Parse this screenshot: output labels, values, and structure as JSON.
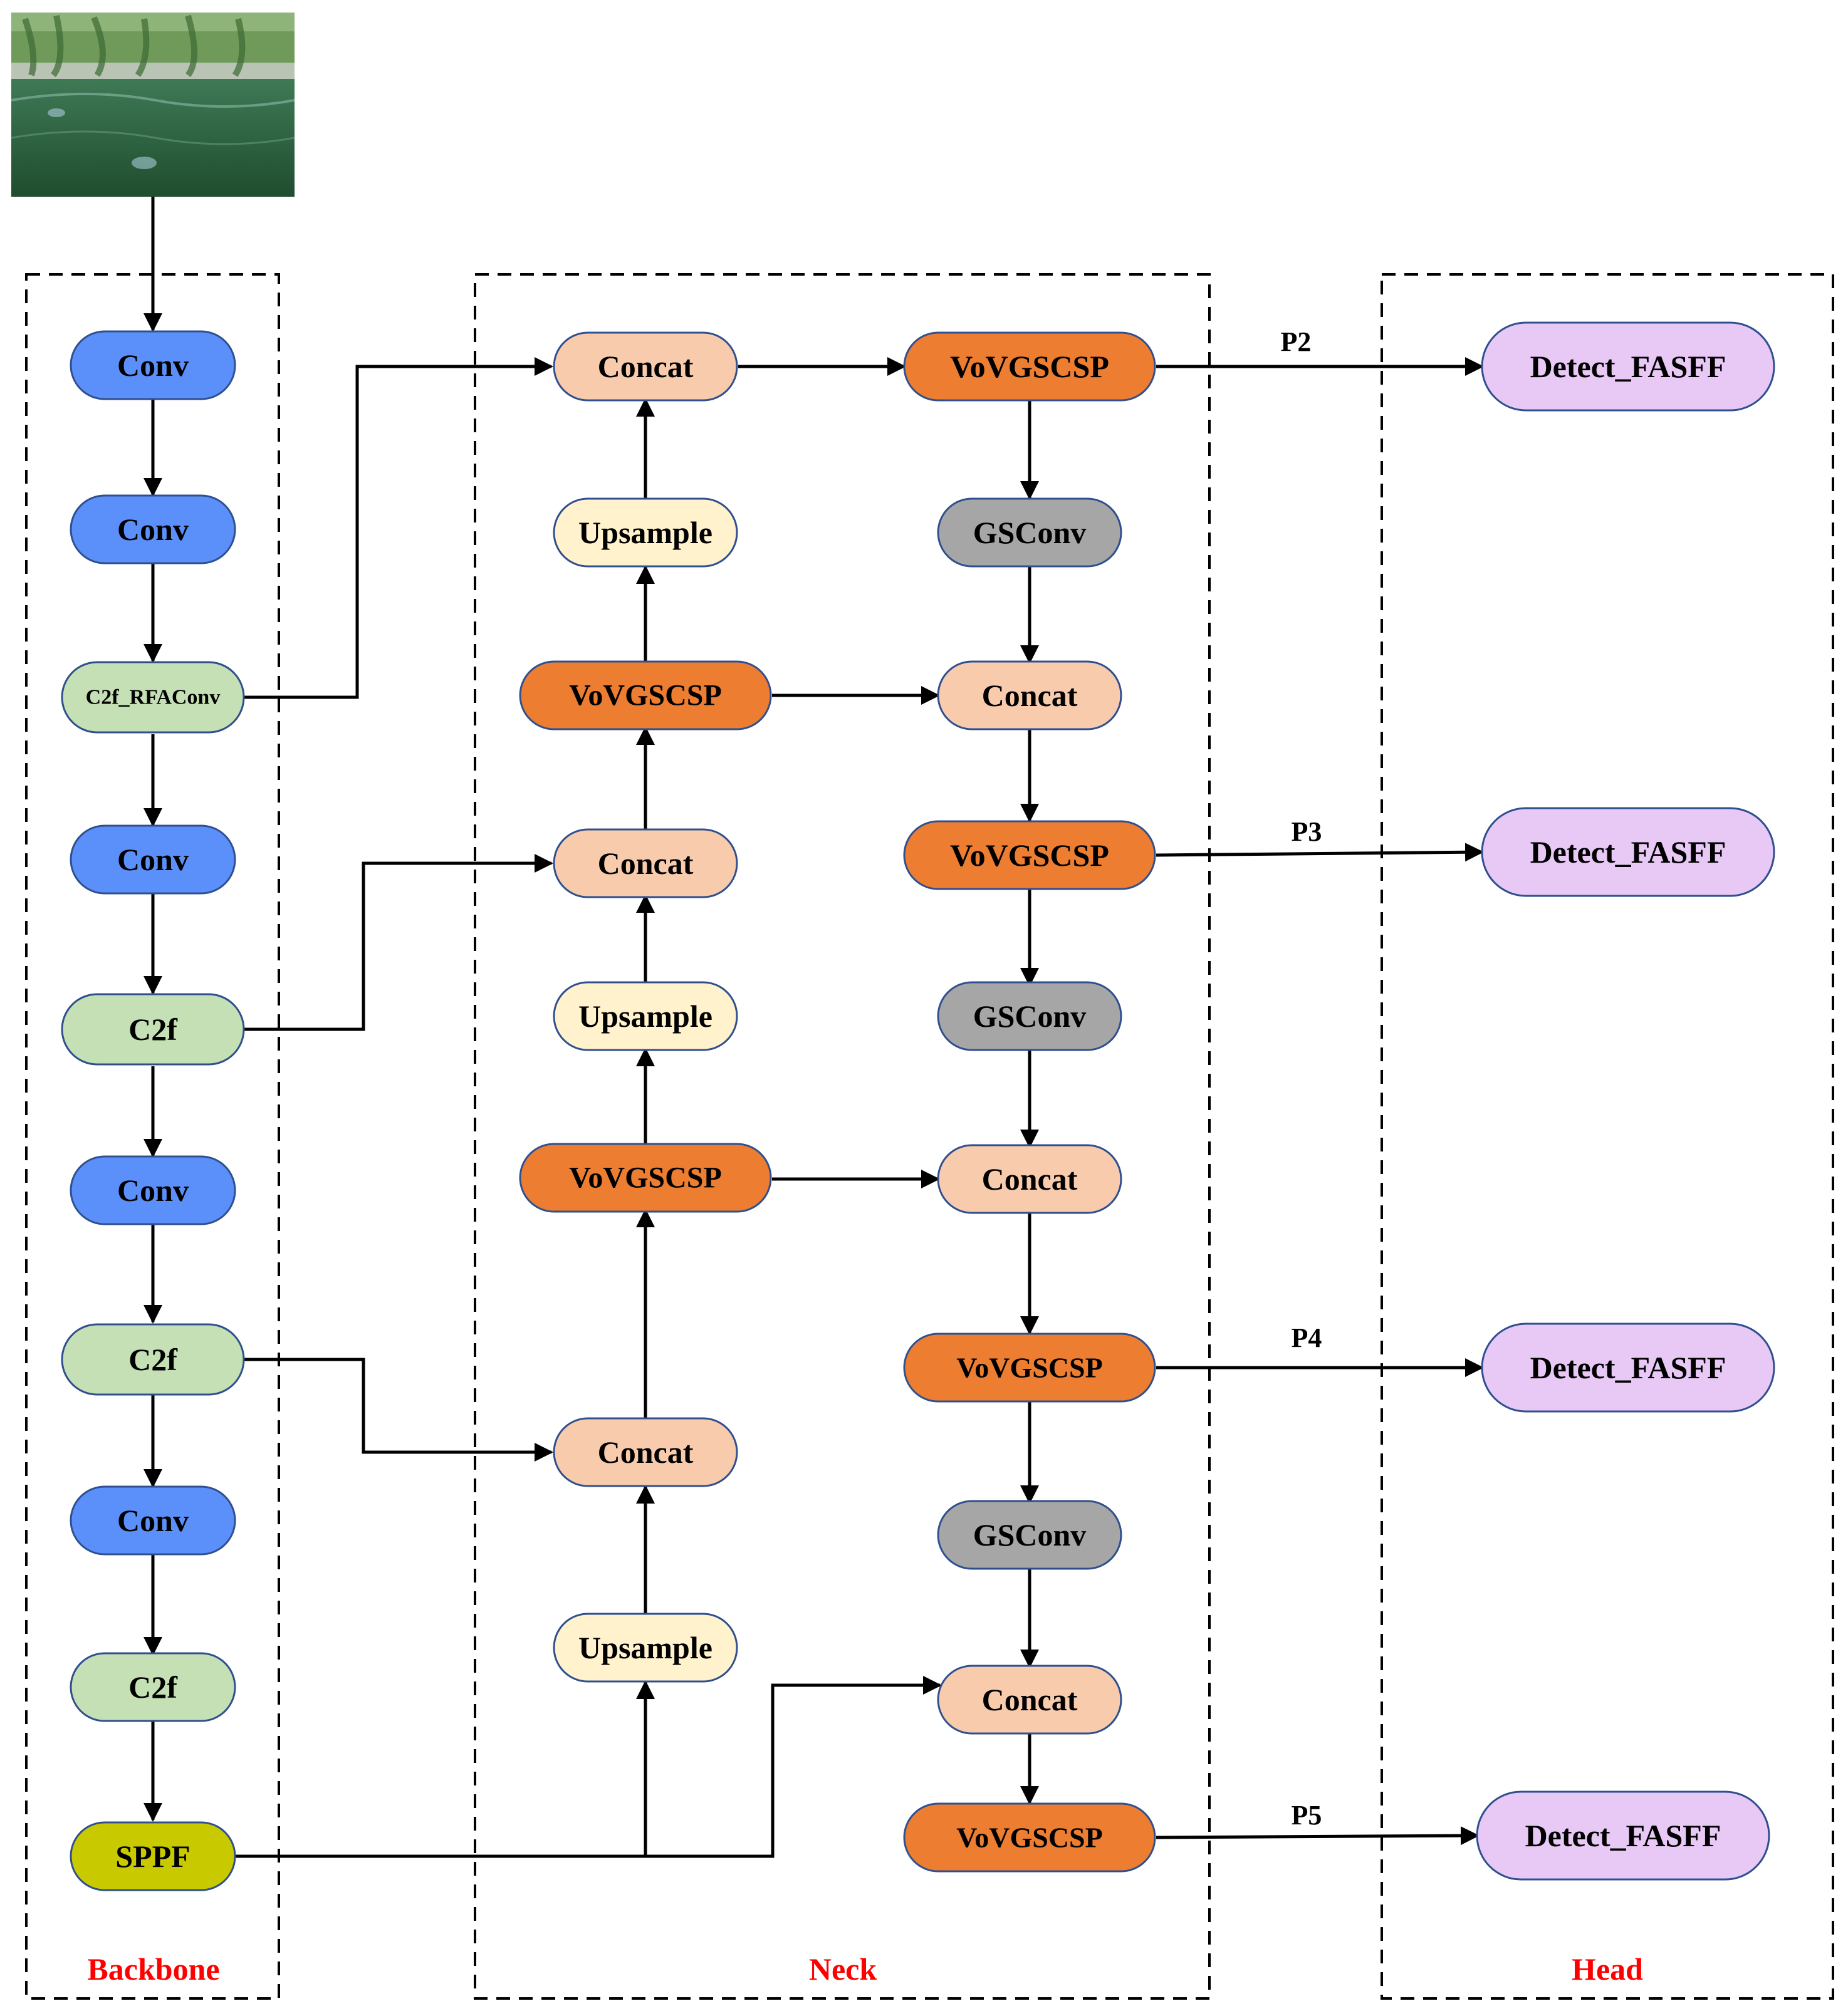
{
  "sections": {
    "backbone": "Backbone",
    "neck": "Neck",
    "head": "Head"
  },
  "colors": {
    "conv": "#5b8ff9",
    "c2f": "#c5e0b4",
    "sppf": "#c9c900",
    "concat": "#f8cbad",
    "upsample": "#fff2cc",
    "vovgscsp": "#ed7d31",
    "gsconv": "#a6a6a6",
    "detect": "#e8c8f5",
    "node_border": "#2f4f8f",
    "section_label": "#ff0000"
  },
  "input_image": {
    "description_icon": "lake-photo-icon"
  },
  "nodes": {
    "b_conv1": "Conv",
    "b_conv2": "Conv",
    "b_c2f_rfa": "C2f_RFAConv",
    "b_conv3": "Conv",
    "b_c2f1": "C2f",
    "b_conv4": "Conv",
    "b_c2f2": "C2f",
    "b_conv5": "Conv",
    "b_c2f3": "C2f",
    "b_sppf": "SPPF",
    "n_concat1": "Concat",
    "n_upsample1": "Upsample",
    "n_vov1": "VoVGSCSP",
    "n_concat2": "Concat",
    "n_upsample2": "Upsample",
    "n_vov2": "VoVGSCSP",
    "n_concat3": "Concat",
    "n_upsample3": "Upsample",
    "n_vov3": "VoVGSCSP",
    "n_gsconv1": "GSConv",
    "n_concat4": "Concat",
    "n_vov4": "VoVGSCSP",
    "n_gsconv2": "GSConv",
    "n_concat5": "Concat",
    "n_vov5": "VoVGSCSP",
    "n_gsconv3": "GSConv",
    "n_concat6": "Concat",
    "n_vov6": "VoVGSCSP",
    "h_detect1": "Detect_FASFF",
    "h_detect2": "Detect_FASFF",
    "h_detect3": "Detect_FASFF",
    "h_detect4": "Detect_FASFF"
  },
  "edge_labels": {
    "p2": "P2",
    "p3": "P3",
    "p4": "P4",
    "p5": "P5"
  }
}
